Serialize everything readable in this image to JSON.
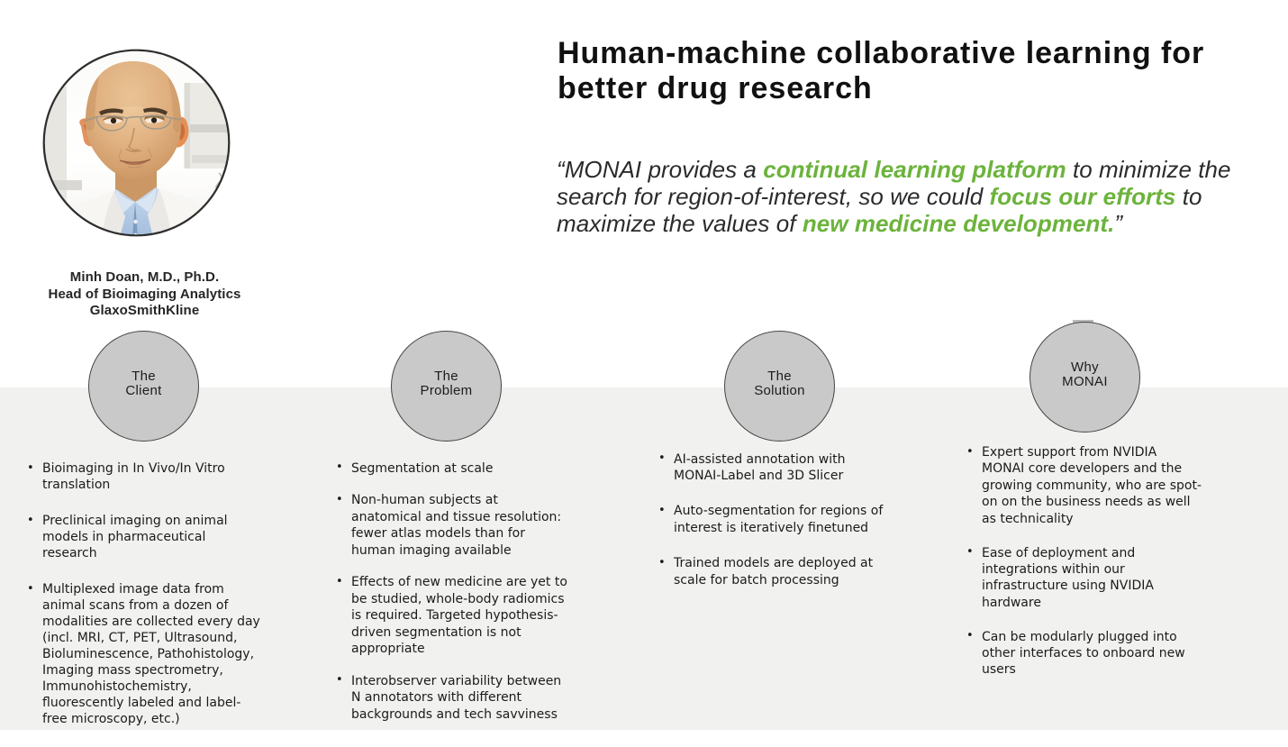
{
  "slide": {
    "title": "Human-machine collaborative learning for\nbetter drug research",
    "quote": {
      "segments": [
        {
          "text": "“MONAI provides a ",
          "green": false
        },
        {
          "text": "continual learning platform",
          "green": true
        },
        {
          "text": " to minimize the\nsearch for region-of-interest, so we could ",
          "green": false
        },
        {
          "text": "focus our efforts",
          "green": true
        },
        {
          "text": " to\nmaximize the values of ",
          "green": false
        },
        {
          "text": "new medicine development.",
          "green": true
        },
        {
          "text": "”",
          "green": false
        }
      ]
    },
    "person": {
      "name": "Minh Doan, M.D., Ph.D.",
      "role": "Head of Bioimaging Analytics",
      "company": "GlaxoSmithKline",
      "photo": "portrait-photo-of-minh-doan"
    },
    "sections": [
      {
        "label": "The\nClient",
        "bullets": [
          "Bioimaging in In Vivo/In Vitro\ntranslation",
          "Preclinical imaging on animal\nmodels in pharmaceutical\nresearch",
          "Multiplexed image data from\nanimal scans from a dozen of\nmodalities are collected every day\n(incl. MRI, CT, PET, Ultrasound,\nBioluminescence, Pathohistology,\nImaging mass spectrometry,\nImmunohistochemistry,\nfluorescently labeled and label-\nfree microscopy, etc.)"
        ]
      },
      {
        "label": "The\nProblem",
        "bullets": [
          "Segmentation at scale",
          "Non-human subjects at\nanatomical and tissue resolution:\nfewer atlas models than for\nhuman imaging available",
          "Effects of new medicine are yet to\nbe studied, whole-body radiomics\nis required. Targeted hypothesis-\ndriven segmentation is not\nappropriate",
          "Interobserver variability between\nN annotators with different\nbackgrounds and tech savviness"
        ]
      },
      {
        "label": "The\nSolution",
        "bullets": [
          "AI-assisted annotation with\nMONAI-Label and 3D Slicer",
          "Auto-segmentation for regions of\ninterest is iteratively finetuned",
          "Trained models are deployed at\nscale for batch processing"
        ]
      },
      {
        "label": "Why\nMONAI",
        "bullets": [
          "Expert support from NVIDIA\nMONAI core developers and the\ngrowing community, who are spot-\non on the business needs as well\nas technicality",
          "Ease of deployment and\nintegrations within our\ninfrastructure using NVIDIA\nhardware",
          "Can be modularly plugged into\nother interfaces to onboard new\nusers"
        ]
      }
    ],
    "colors": {
      "accent_green": "#6cb33c",
      "band_gray": "#f1f1f0",
      "circle_fill": "#c9c9c9"
    }
  }
}
